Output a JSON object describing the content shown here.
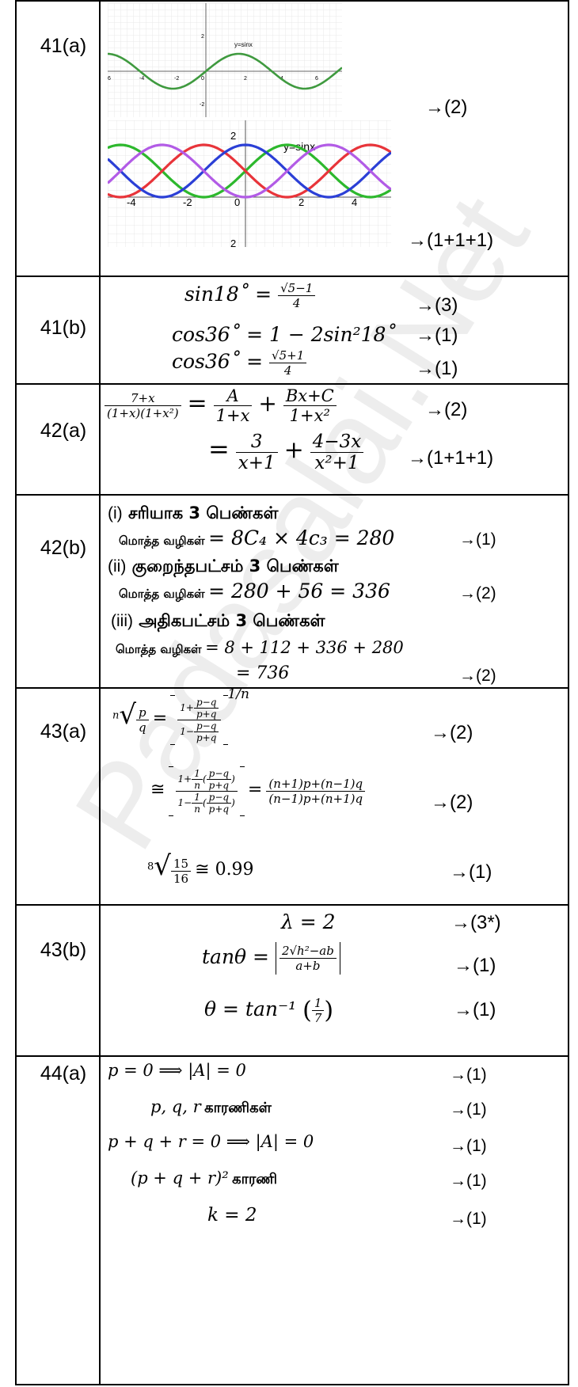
{
  "watermark": "Padasalai.Net",
  "rows": {
    "r41a": {
      "label": "41(a)",
      "graph1": {
        "title": "y=sinx",
        "x_ticks": [
          "6",
          "-4",
          "-2",
          "0",
          "2",
          "4",
          "6"
        ],
        "y_ticks": [
          "2",
          "-2"
        ]
      },
      "graph2": {
        "title": "y=sinx",
        "x_ticks": [
          "-4",
          "-2",
          "0",
          "2",
          "4"
        ],
        "y_ticks": [
          "2",
          "2"
        ],
        "curve_colors": [
          "#2db82d",
          "#e8343a",
          "#2b3fd6",
          "#b25be6"
        ]
      },
      "mark1": "→(2)",
      "mark2": "→(1+1+1)"
    },
    "r41b": {
      "label": "41(b)",
      "line1_lhs": "sin18˚ =",
      "line1_num": "√5−1",
      "line1_den": "4",
      "line1_mark": "→(3)",
      "line2": "cos36˚ = 1 − 2sin²18˚",
      "line2_mark": "→(1)",
      "line3_lhs": "cos36˚ =",
      "line3_num": "√5+1",
      "line3_den": "4",
      "line3_mark": "→(1)"
    },
    "r42a": {
      "label": "42(a)",
      "lhs_num": "7+x",
      "lhs_den": "(1+x)(1+x²)",
      "eq": "=",
      "t1_num": "A",
      "t1_den": "1+x",
      "plus": "+",
      "t2_num": "Bx+C",
      "t2_den": "1+x²",
      "mark1": "→(2)",
      "t3_num": "3",
      "t3_den": "x+1",
      "t4_num": "4−3x",
      "t4_den": "x²+1",
      "mark2": "→(1+1+1)"
    },
    "r42b": {
      "label": "42(b)",
      "h1_prefix": "(i)",
      "h1": "சரியாக 3 பெண்கள்",
      "w1_label": "மொத்த வழிகள்",
      "w1_expr": "= 8C₄ × 4c₃ = 280",
      "w1_mark": "→(1)",
      "h2_prefix": "(ii)",
      "h2": "குறைந்தபட்சம் 3 பெண்கள்",
      "w2_label": "மொத்த வழிகள்",
      "w2_expr": "= 280 + 56 = 336",
      "w2_mark": "→(2)",
      "h3_prefix": "(iii)",
      "h3": "அதிகபட்சம் 3 பெண்கள்",
      "w3_label": "மொத்த வழிகள்",
      "w3_expr": "= 8 + 112 + 336 + 280",
      "w3_expr2": "= 736",
      "w3_mark": "→(2)"
    },
    "r43a": {
      "label": "43(a)",
      "root_index": "n",
      "p": "p",
      "q": "q",
      "big_num": "1+",
      "big_den": "1−",
      "inner_num": "p−q",
      "inner_den": "p+q",
      "exponent": "1/n",
      "mark1": "→(2)",
      "approx": "≅",
      "one_n": "1",
      "n": "n",
      "result_num": "(n+1)p+(n−1)q",
      "result_den": "(n−1)p+(n+1)q",
      "mark2": "→(2)",
      "root8": "8",
      "r_num": "15",
      "r_den": "16",
      "r_val": "≅ 0.99",
      "mark3": "→(1)"
    },
    "r43b": {
      "label": "43(b)",
      "line1": "λ = 2",
      "mark1": "→(3*)",
      "tan_lhs": "tanθ =",
      "tan_num": "2√h²−ab",
      "tan_den": "a+b",
      "mark2": "→(1)",
      "theta_lhs": "θ = tan⁻¹",
      "theta_num": "1",
      "theta_den": "7",
      "mark3": "→(1)"
    },
    "r44a": {
      "label": "44(a)",
      "line1": "p = 0  ⟹  |A| = 0",
      "mark1": "→(1)",
      "line2_math": "p, q, r",
      "line2_ta": "காரணிகள்",
      "mark2": "→(1)",
      "line3": "p + q + r = 0  ⟹  |A| = 0",
      "mark3": "→(1)",
      "line4_math": "(p + q + r)²",
      "line4_ta": "காரணி",
      "mark4": "→(1)",
      "line5": "k = 2",
      "mark5": "→(1)"
    }
  }
}
